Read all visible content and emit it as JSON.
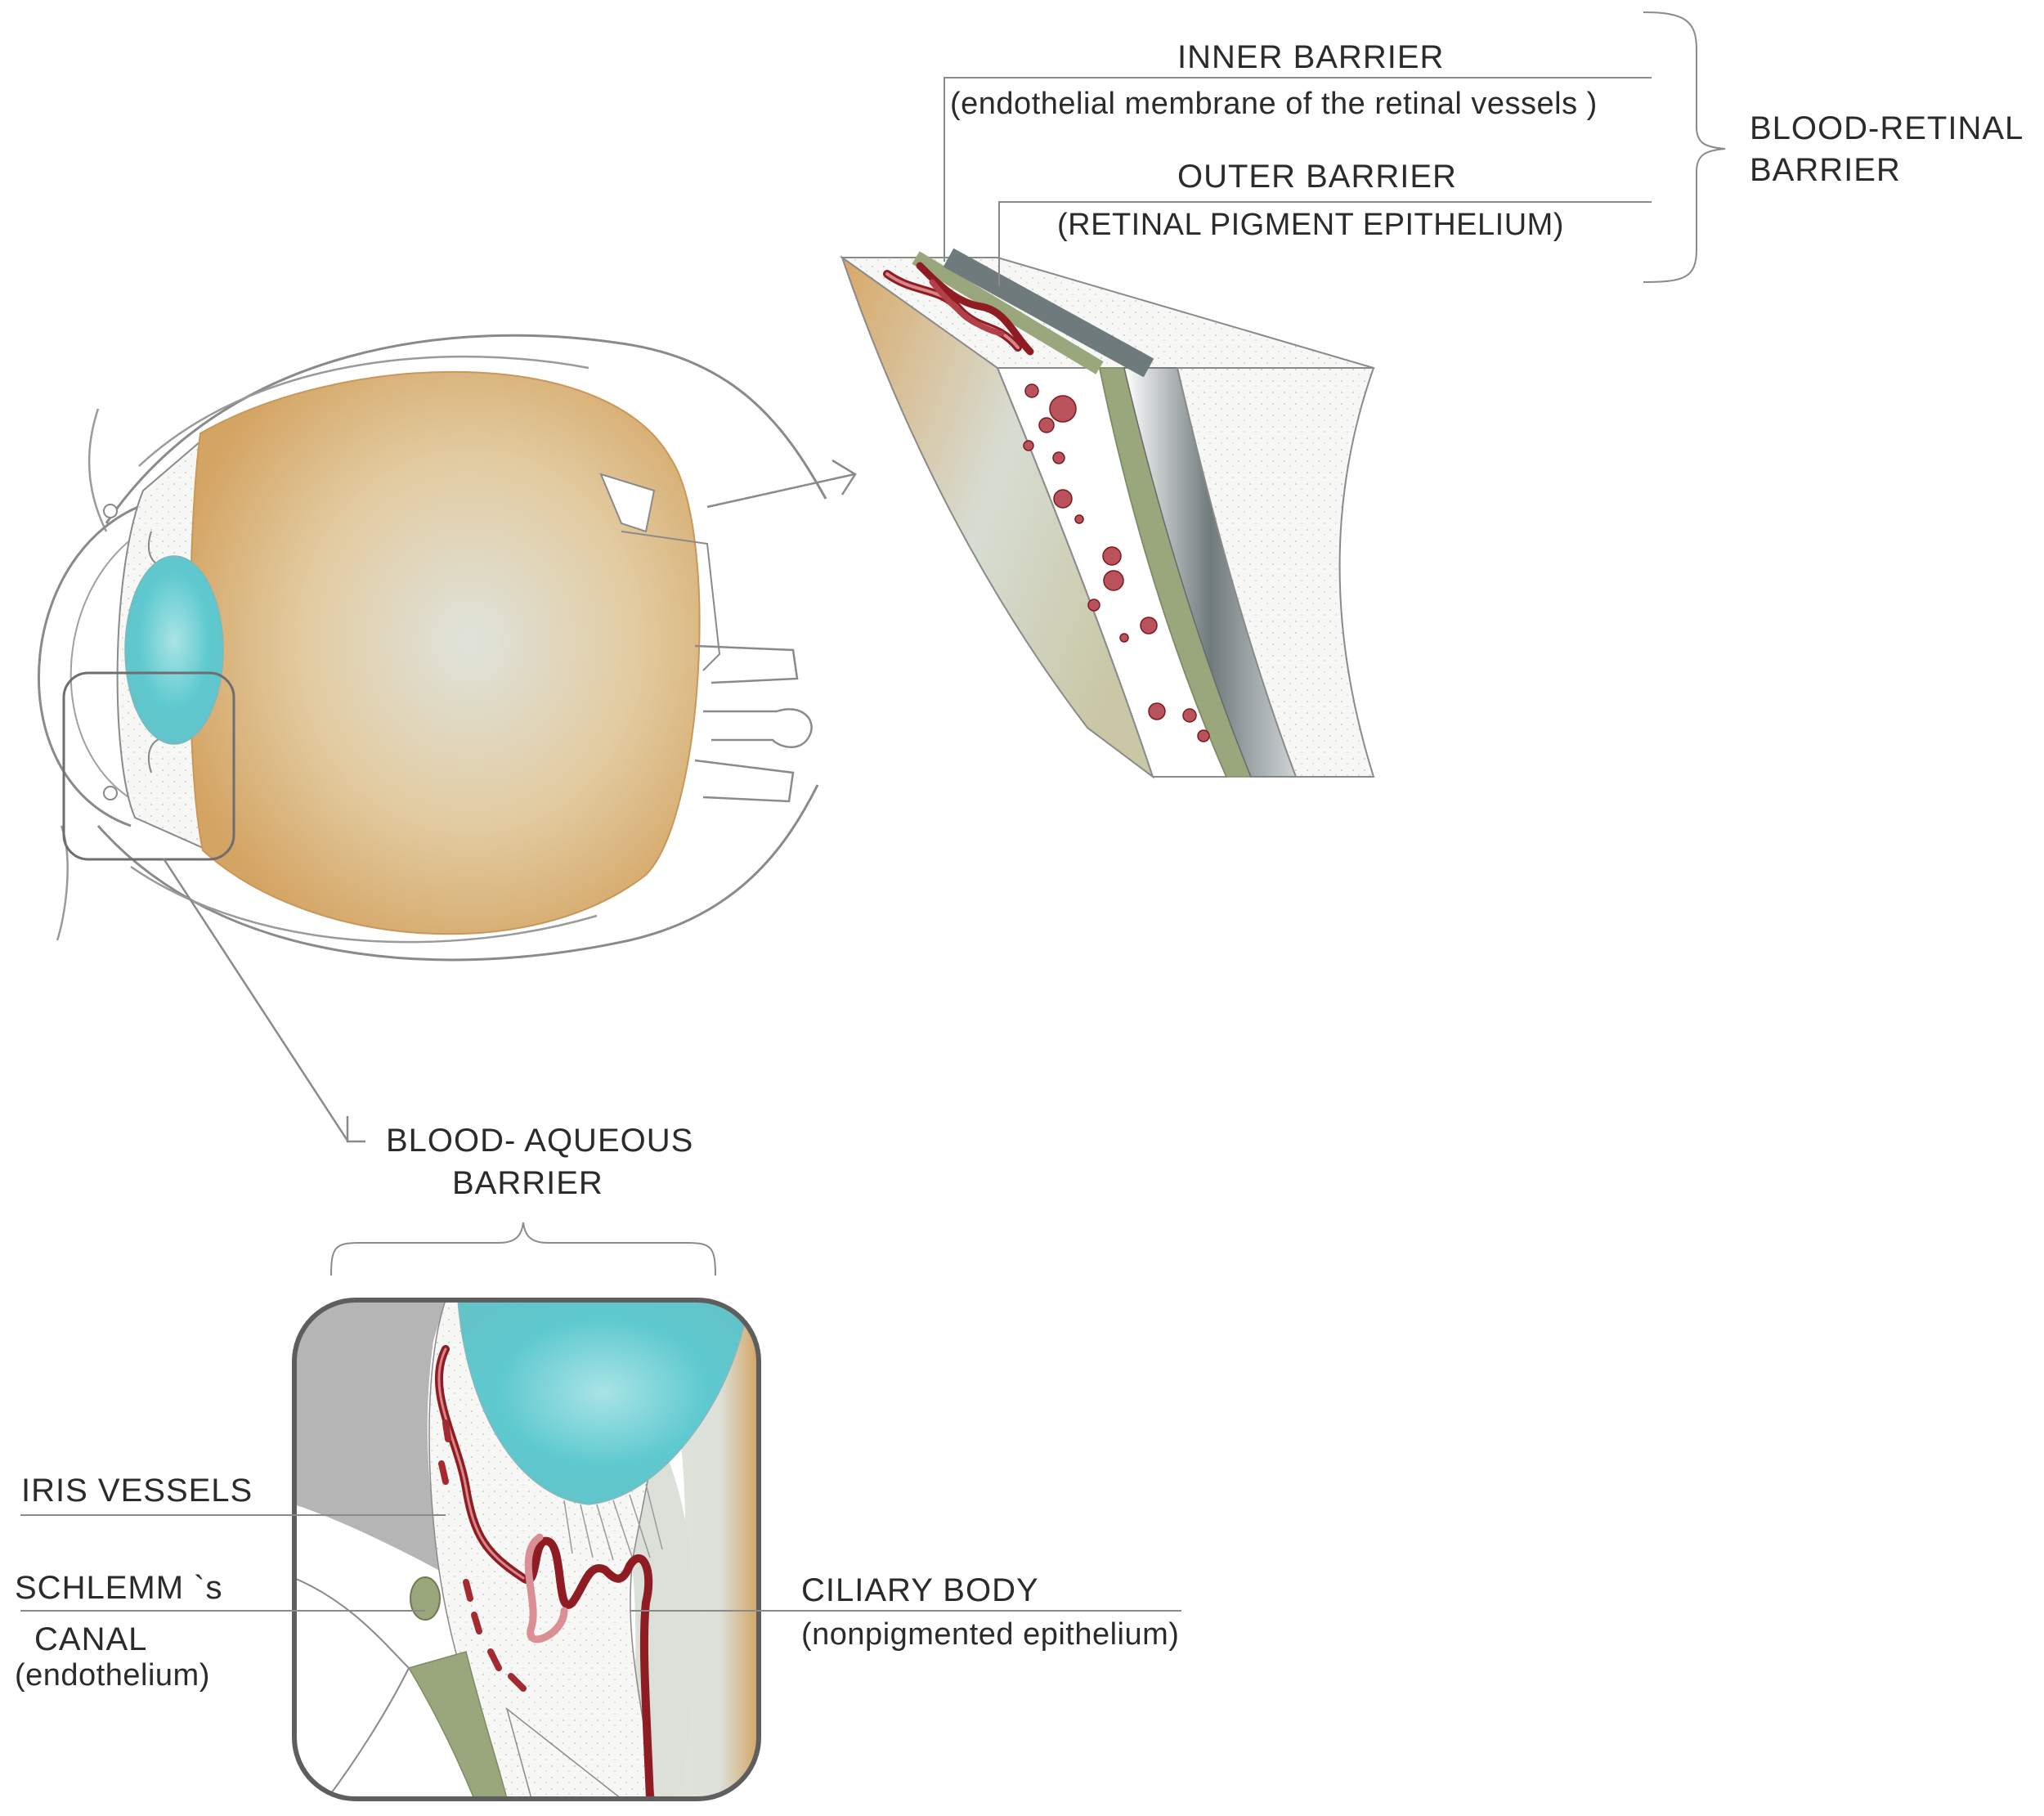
{
  "labels": {
    "inner_barrier": "INNER BARRIER",
    "inner_barrier_sub": "(endothelial membrane of the retinal vessels )",
    "outer_barrier": "OUTER BARRIER",
    "outer_barrier_sub": "(RETINAL PIGMENT EPITHELIUM)",
    "blood_retinal_1": "BLOOD-RETINAL",
    "blood_retinal_2": "BARRIER",
    "blood_aqueous_1": "BLOOD- AQUEOUS",
    "blood_aqueous_2": "BARRIER",
    "iris_vessels": "IRIS VESSELS",
    "schlemm_1": "SCHLEMM `s",
    "schlemm_2": "CANAL",
    "schlemm_3": "(endothelium)",
    "ciliary_body": "CILIARY BODY",
    "ciliary_body_sub": "(nonpigmented epithelium)"
  },
  "colors": {
    "vitreous_edge": "#d4a463",
    "vitreous_center": "#dfe3dc",
    "lens": "#5ec9cf",
    "vessel": "#8e1c22",
    "choroid_green": "#9aa67c",
    "rpe_grey": "#6f7a7d",
    "iris_grey": "#b5b5b5",
    "line": "#7a7a7a"
  }
}
